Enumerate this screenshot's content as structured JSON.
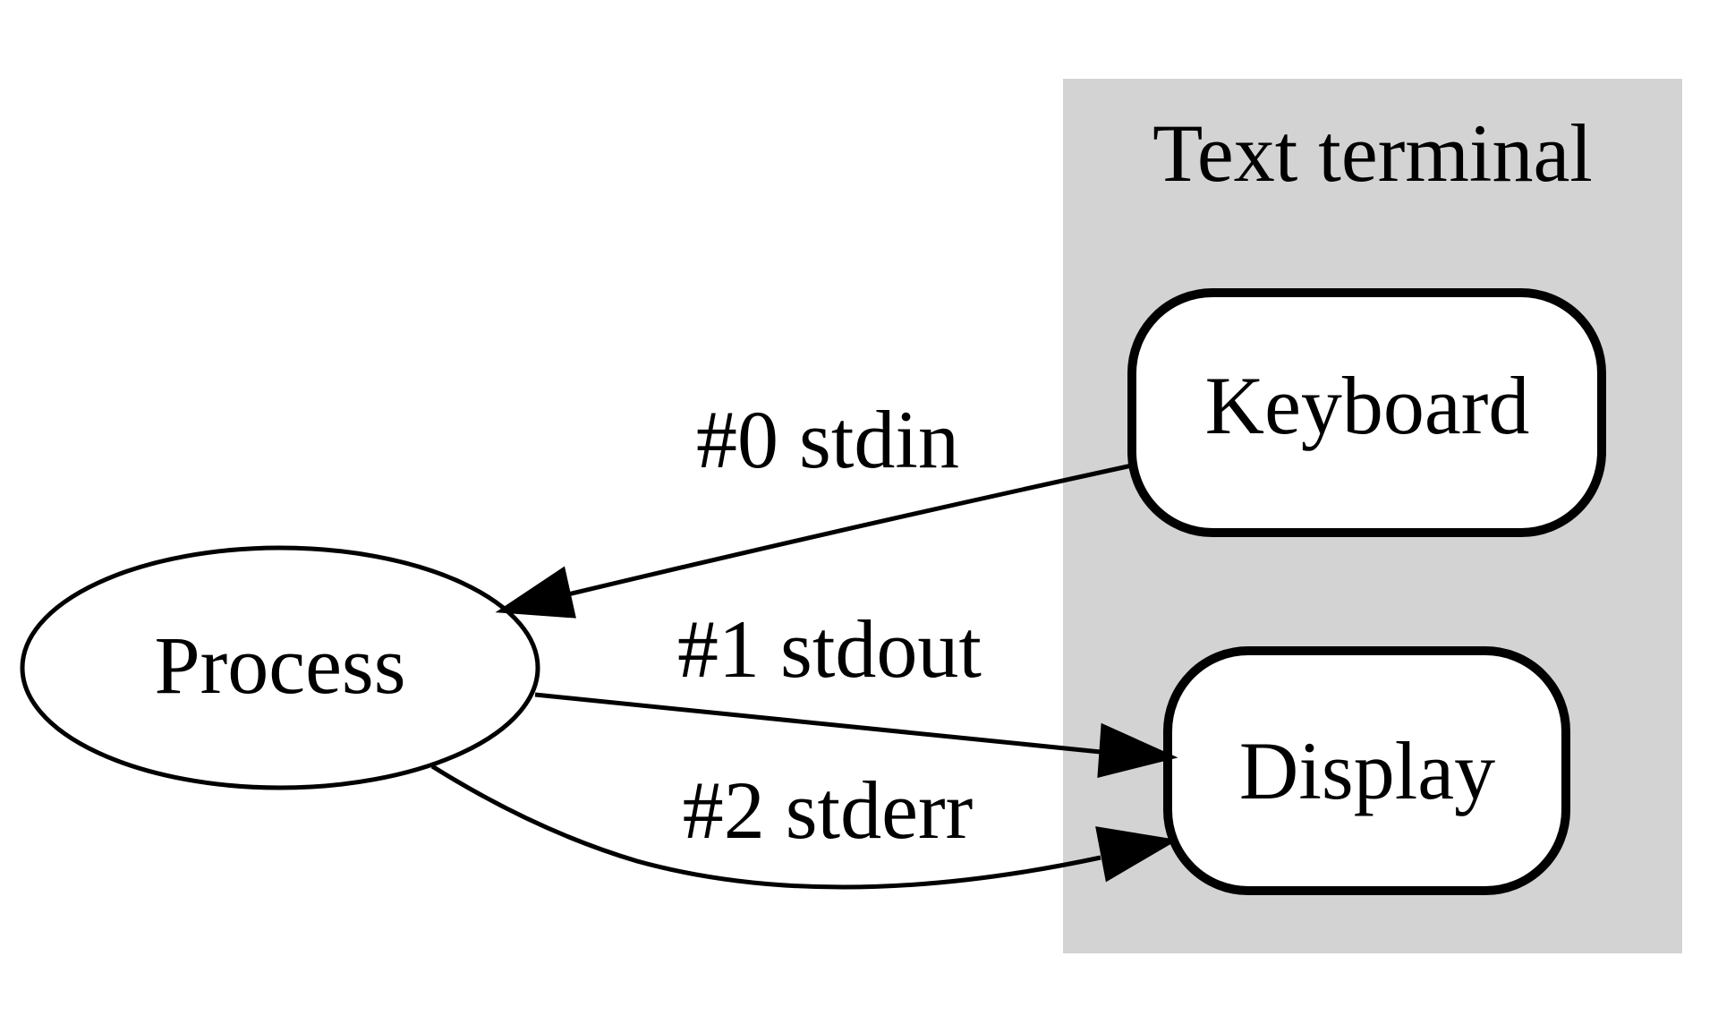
{
  "cluster": {
    "label": "Text terminal",
    "fill": "#d3d3d3"
  },
  "nodes": {
    "process": "Process",
    "keyboard": "Keyboard",
    "display": "Display"
  },
  "edges": {
    "stdin": "#0 stdin",
    "stdout": "#1 stdout",
    "stderr": "#2 stderr"
  }
}
